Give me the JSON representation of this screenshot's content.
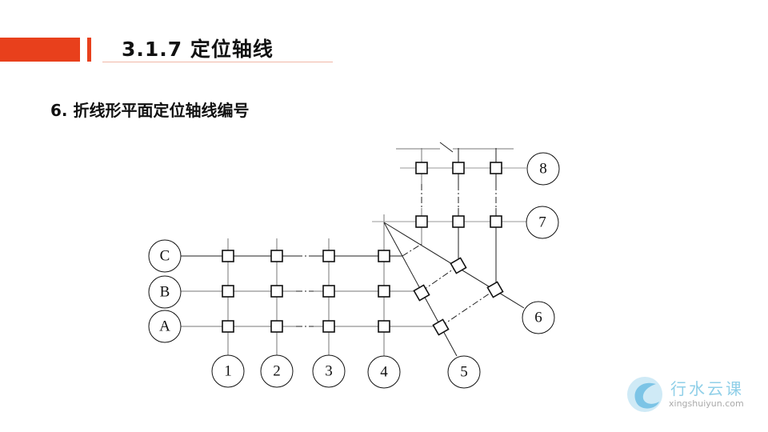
{
  "header": {
    "title": "3.1.7  定位轴线",
    "accent": "#e8401c"
  },
  "subtitle": "6. 折线形平面定位轴线编号",
  "diagram": {
    "axis_labels": {
      "C": "C",
      "B": "B",
      "A": "A",
      "n1": "1",
      "n2": "2",
      "n3": "3",
      "n4": "4",
      "n5": "5",
      "n6": "6",
      "n7": "7",
      "n8": "8"
    }
  },
  "logo": {
    "name": "行水云课",
    "url": "xingshuiyun.com",
    "color": "#8fcfe8"
  }
}
